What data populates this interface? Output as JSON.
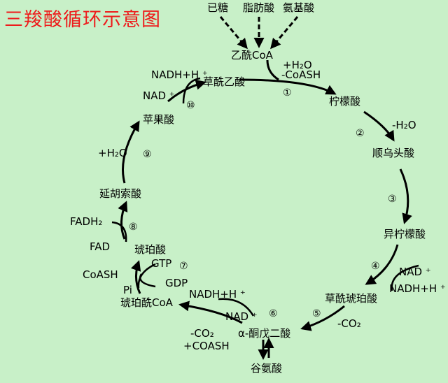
{
  "title": "三羧酸循环示意图",
  "colors": {
    "background": "#c8f0c8",
    "title": "#ee1c1c",
    "arrow": "#000000"
  },
  "inputs": [
    "已糖",
    "脂肪酸",
    "氨基酸"
  ],
  "nodes": {
    "acetyl_coa": "乙酰CoA",
    "oxaloacetate": "草酰乙酸",
    "citrate": "柠檬酸",
    "cis_aconitate": "顺乌头酸",
    "isocitrate": "异柠檬酸",
    "oxalosuccinate": "草酰琥珀酸",
    "alpha_ketoglutarate": "α-酮戊二酸",
    "succinyl_coa": "琥珀酰CoA",
    "succinate": "琥珀酸",
    "fumarate": "延胡索酸",
    "malate": "苹果酸",
    "glutamate": "谷氨酸"
  },
  "cofactors": {
    "step1_plus_h2o": "+H₂O",
    "step1_minus_coash": "-CoASH",
    "step2_minus_h2o": "-H₂O",
    "step4_nad": "NAD ⁺",
    "step4_nadh": "NADH+H ⁺",
    "step5_minus_co2": "-CO₂",
    "step6_nad": "NAD ⁺",
    "step6_nadh": "NADH+H ⁺",
    "step6_minus_co2": "-CO₂",
    "step6_plus_coash": "+COASH",
    "step7_gtp": "GTP",
    "step7_gdp": "GDP",
    "step7_coash": "CoASH",
    "step7_pi": "Pi",
    "step8_fadh2": "FADH₂",
    "step8_fad": "FAD",
    "step9_plus_h2o": "+H₂O",
    "step10_nadh": "NADH+H ⁺",
    "step10_nad": "NAD ⁺"
  },
  "steps": [
    "①",
    "②",
    "③",
    "④",
    "⑤",
    "⑥",
    "⑦",
    "⑧",
    "⑨",
    "⑩"
  ]
}
